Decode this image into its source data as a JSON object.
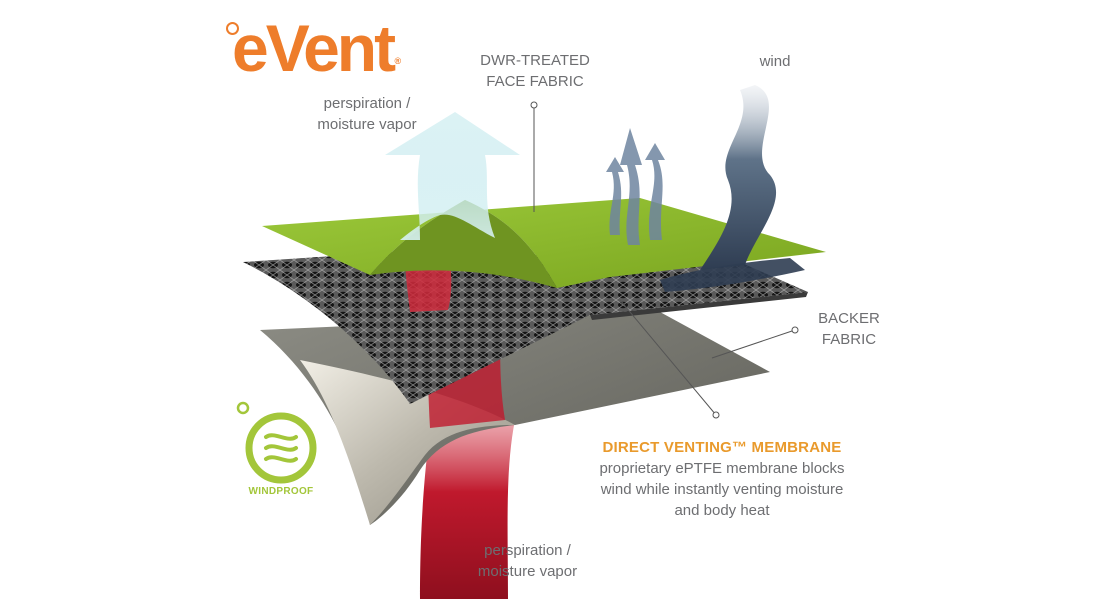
{
  "logo": {
    "text": "eVent",
    "trademark": "®"
  },
  "labels": {
    "perspiration_top": [
      "perspiration /",
      "moisture vapor"
    ],
    "dwr": [
      "DWR-TREATED",
      "FACE FABRIC"
    ],
    "wind": "wind",
    "backer": [
      "BACKER",
      "FABRIC"
    ],
    "membrane_title": "DIRECT VENTING™ MEMBRANE",
    "membrane_desc": [
      "proprietary ePTFE membrane blocks",
      "wind while instantly venting moisture",
      "and body heat"
    ],
    "perspiration_bottom": [
      "perspiration /",
      "moisture vapor"
    ]
  },
  "badge": {
    "label": "WINDPROOF",
    "icon": "windproof-icon"
  },
  "colors": {
    "brand": "#ee7d2b",
    "accent": "#e99a2c",
    "face_fabric": "#8dbb2a",
    "backer": "#7a7a74",
    "vapor": "#a9dde5",
    "heat": "#c0192d",
    "wind": "#4f647b",
    "badge": "#a3c63a"
  }
}
